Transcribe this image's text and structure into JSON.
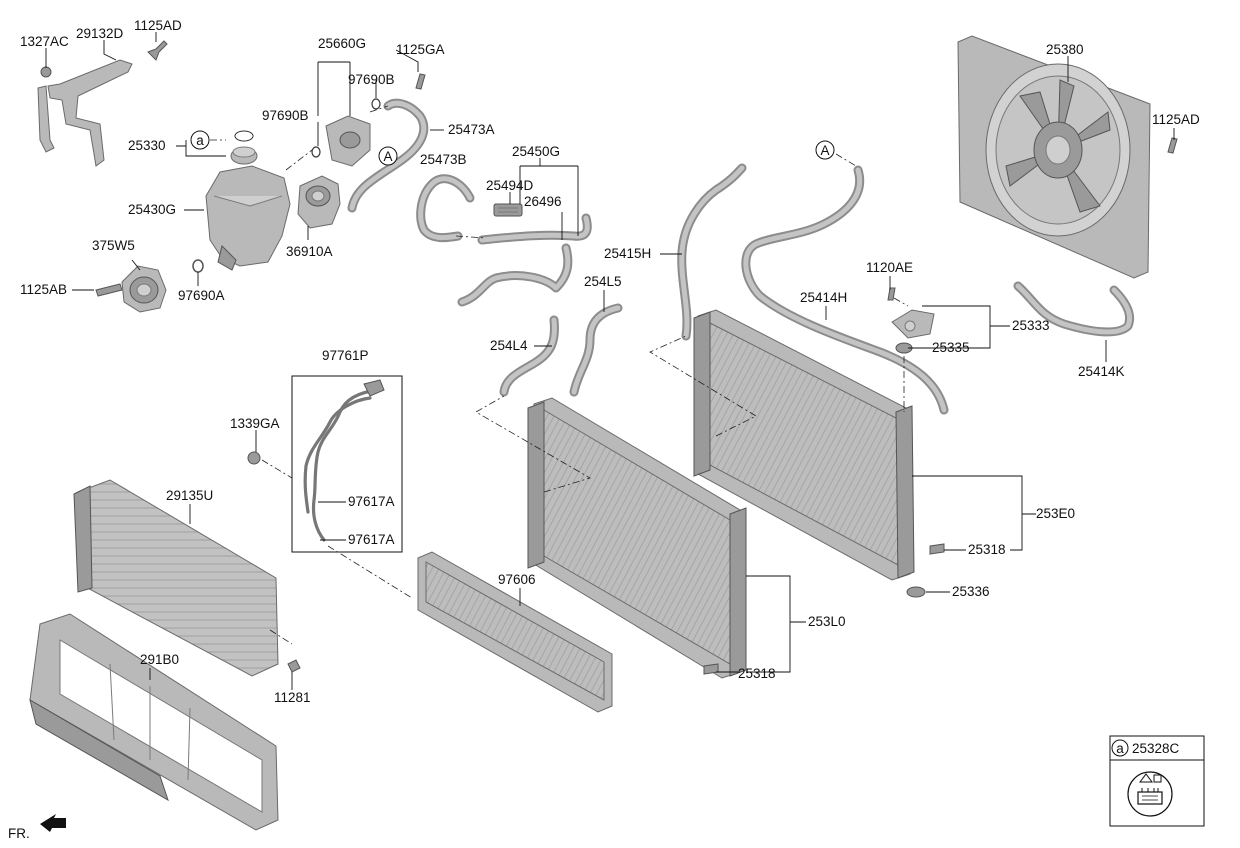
{
  "labels": {
    "p1327AC": "1327AC",
    "p29132D": "29132D",
    "p1125AD_a": "1125AD",
    "p25660G": "25660G",
    "p1125GA": "1125GA",
    "p97690B_1": "97690B",
    "p97690B_2": "97690B",
    "p25473A": "25473A",
    "p25330": "25330",
    "p25430G": "25430G",
    "p36910A": "36910A",
    "p375W5": "375W5",
    "p1125AB": "1125AB",
    "p97690A": "97690A",
    "p25473B": "25473B",
    "p25450G": "25450G",
    "p25494D": "25494D",
    "p26496": "26496",
    "p25415H": "25415H",
    "p254L5": "254L5",
    "p254L4": "254L4",
    "p25380": "25380",
    "p1125AD_b": "1125AD",
    "p1120AE": "1120AE",
    "p25414H": "25414H",
    "p25333": "25333",
    "p25335": "25335",
    "p25414K": "25414K",
    "p97761P": "97761P",
    "p1339GA": "1339GA",
    "p97617A_1": "97617A",
    "p97617A_2": "97617A",
    "p29135U": "29135U",
    "p291B0": "291B0",
    "p11281": "11281",
    "p97606": "97606",
    "p253L0": "253L0",
    "p25318_a": "25318",
    "p253E0": "253E0",
    "p25318_b": "25318",
    "p25336": "25336",
    "p25328C": "25328C",
    "callout_a": "a",
    "callout_A": "A",
    "fr": "FR."
  },
  "colors": {
    "part_fill": "#b9b9b9",
    "part_stroke": "#6a6a6a",
    "line": "#111111",
    "background": "#ffffff"
  },
  "icons": {
    "front_arrow": "arrow-icon",
    "warning_label": "hot-coolant-warning-icon"
  }
}
